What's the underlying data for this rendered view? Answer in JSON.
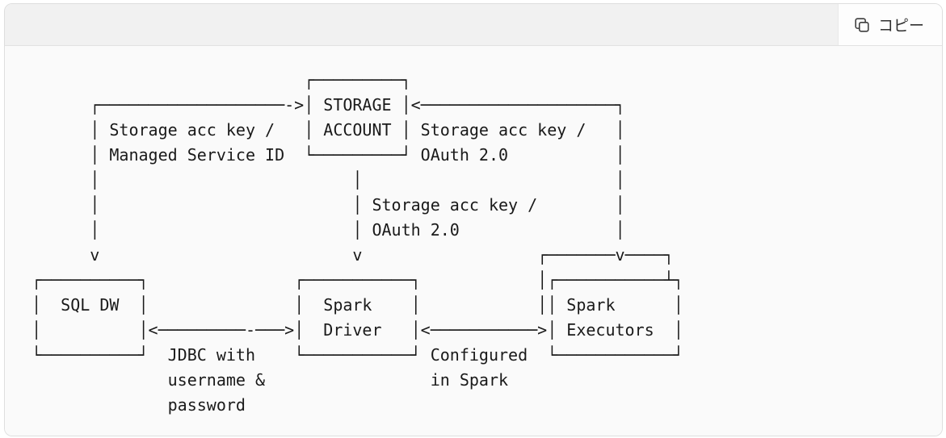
{
  "code_block": {
    "copy_button": {
      "label": "コピー"
    },
    "diagram": {
      "lines": [
        "                             ┌─────────┐",
        "       ┌───────────────────->│ STORAGE │<────────────────────┐",
        "       │ Storage acc key /   │ ACCOUNT │ Storage acc key /   │",
        "       │ Managed Service ID  └─────────┘ OAuth 2.0           │",
        "       │                          │                          │",
        "       │                          │ Storage acc key /        │",
        "       │                          │ OAuth 2.0                │",
        "       v                          v                  ┌───────v────┐",
        " ┌──────────┐               ┌───────────┐            │┌───────────┴┐",
        " │  SQL DW  │               │  Spark    │            ││ Spark      │",
        " │          │<─────────-───>│  Driver   │<───────────>│ Executors  │",
        " └──────────┘  JDBC with    └───────────┘ Configured  └────────────┘",
        "               username &                 in Spark",
        "               password"
      ],
      "nodes": [
        "STORAGE ACCOUNT",
        "SQL DW",
        "Spark Driver",
        "Spark Executors"
      ],
      "edge_labels": [
        "Storage acc key / Managed Service ID",
        "Storage acc key / OAuth 2.0",
        "Storage acc key / OAuth 2.0",
        "JDBC with username & password",
        "Configured in Spark"
      ]
    }
  },
  "colors": {
    "header_bg": "#f1f1f1",
    "button_bg": "#fdfdfd",
    "code_bg": "#fafafa",
    "border": "#dedede",
    "text": "#1a1a1a"
  }
}
